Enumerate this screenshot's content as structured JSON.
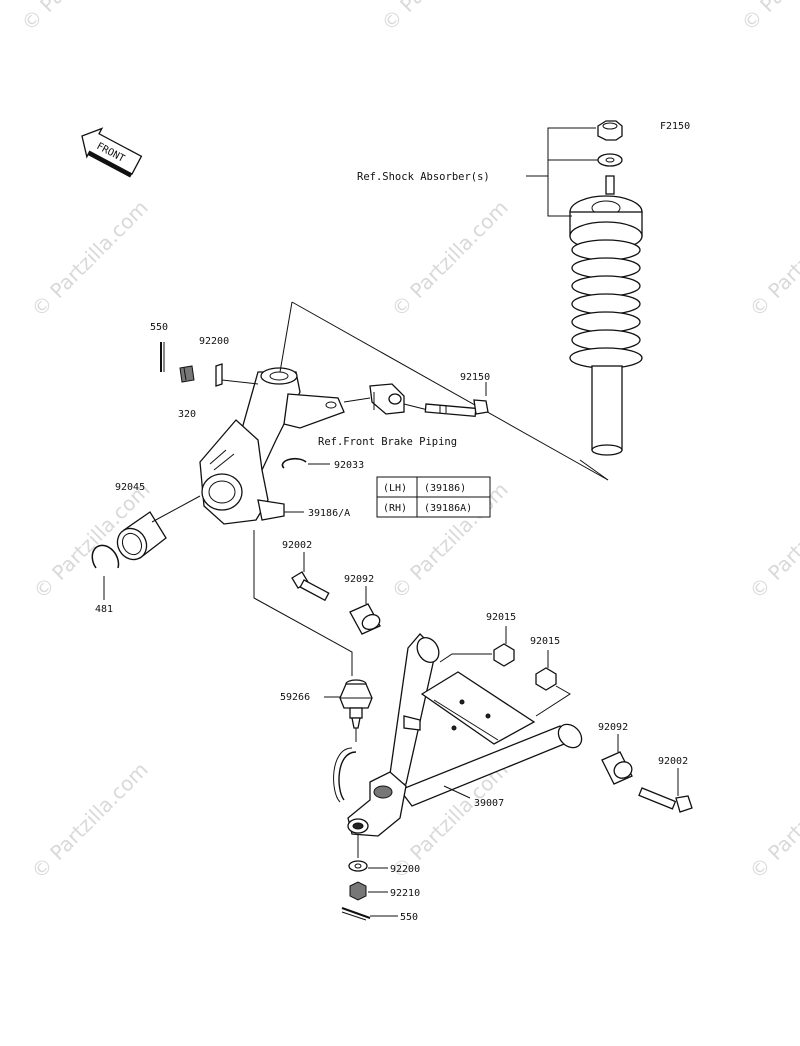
{
  "figure_code": "F2150",
  "front_indicator": "FRONT",
  "watermark_text": "© Partzilla.com",
  "references": {
    "shock_absorber": "Ref.Shock Absorber(s)",
    "front_brake_piping": "Ref.Front Brake Piping"
  },
  "parts": {
    "p550_top": "550",
    "p92200_top": "92200",
    "p320": "320",
    "p92150": "92150",
    "p92033": "92033",
    "p92045": "92045",
    "p39186a": "39186/A",
    "p481": "481",
    "p92002_left": "92002",
    "p92092_left": "92092",
    "p92015_a": "92015",
    "p92015_b": "92015",
    "p59266": "59266",
    "p92092_right": "92092",
    "p92002_right": "92002",
    "p39007": "39007",
    "p92200_bottom": "92200",
    "p92210": "92210",
    "p550_bottom": "550"
  },
  "side_table": {
    "rows": [
      {
        "side": "(LH)",
        "part": "(39186)"
      },
      {
        "side": "(RH)",
        "part": "(39186A)"
      }
    ]
  }
}
